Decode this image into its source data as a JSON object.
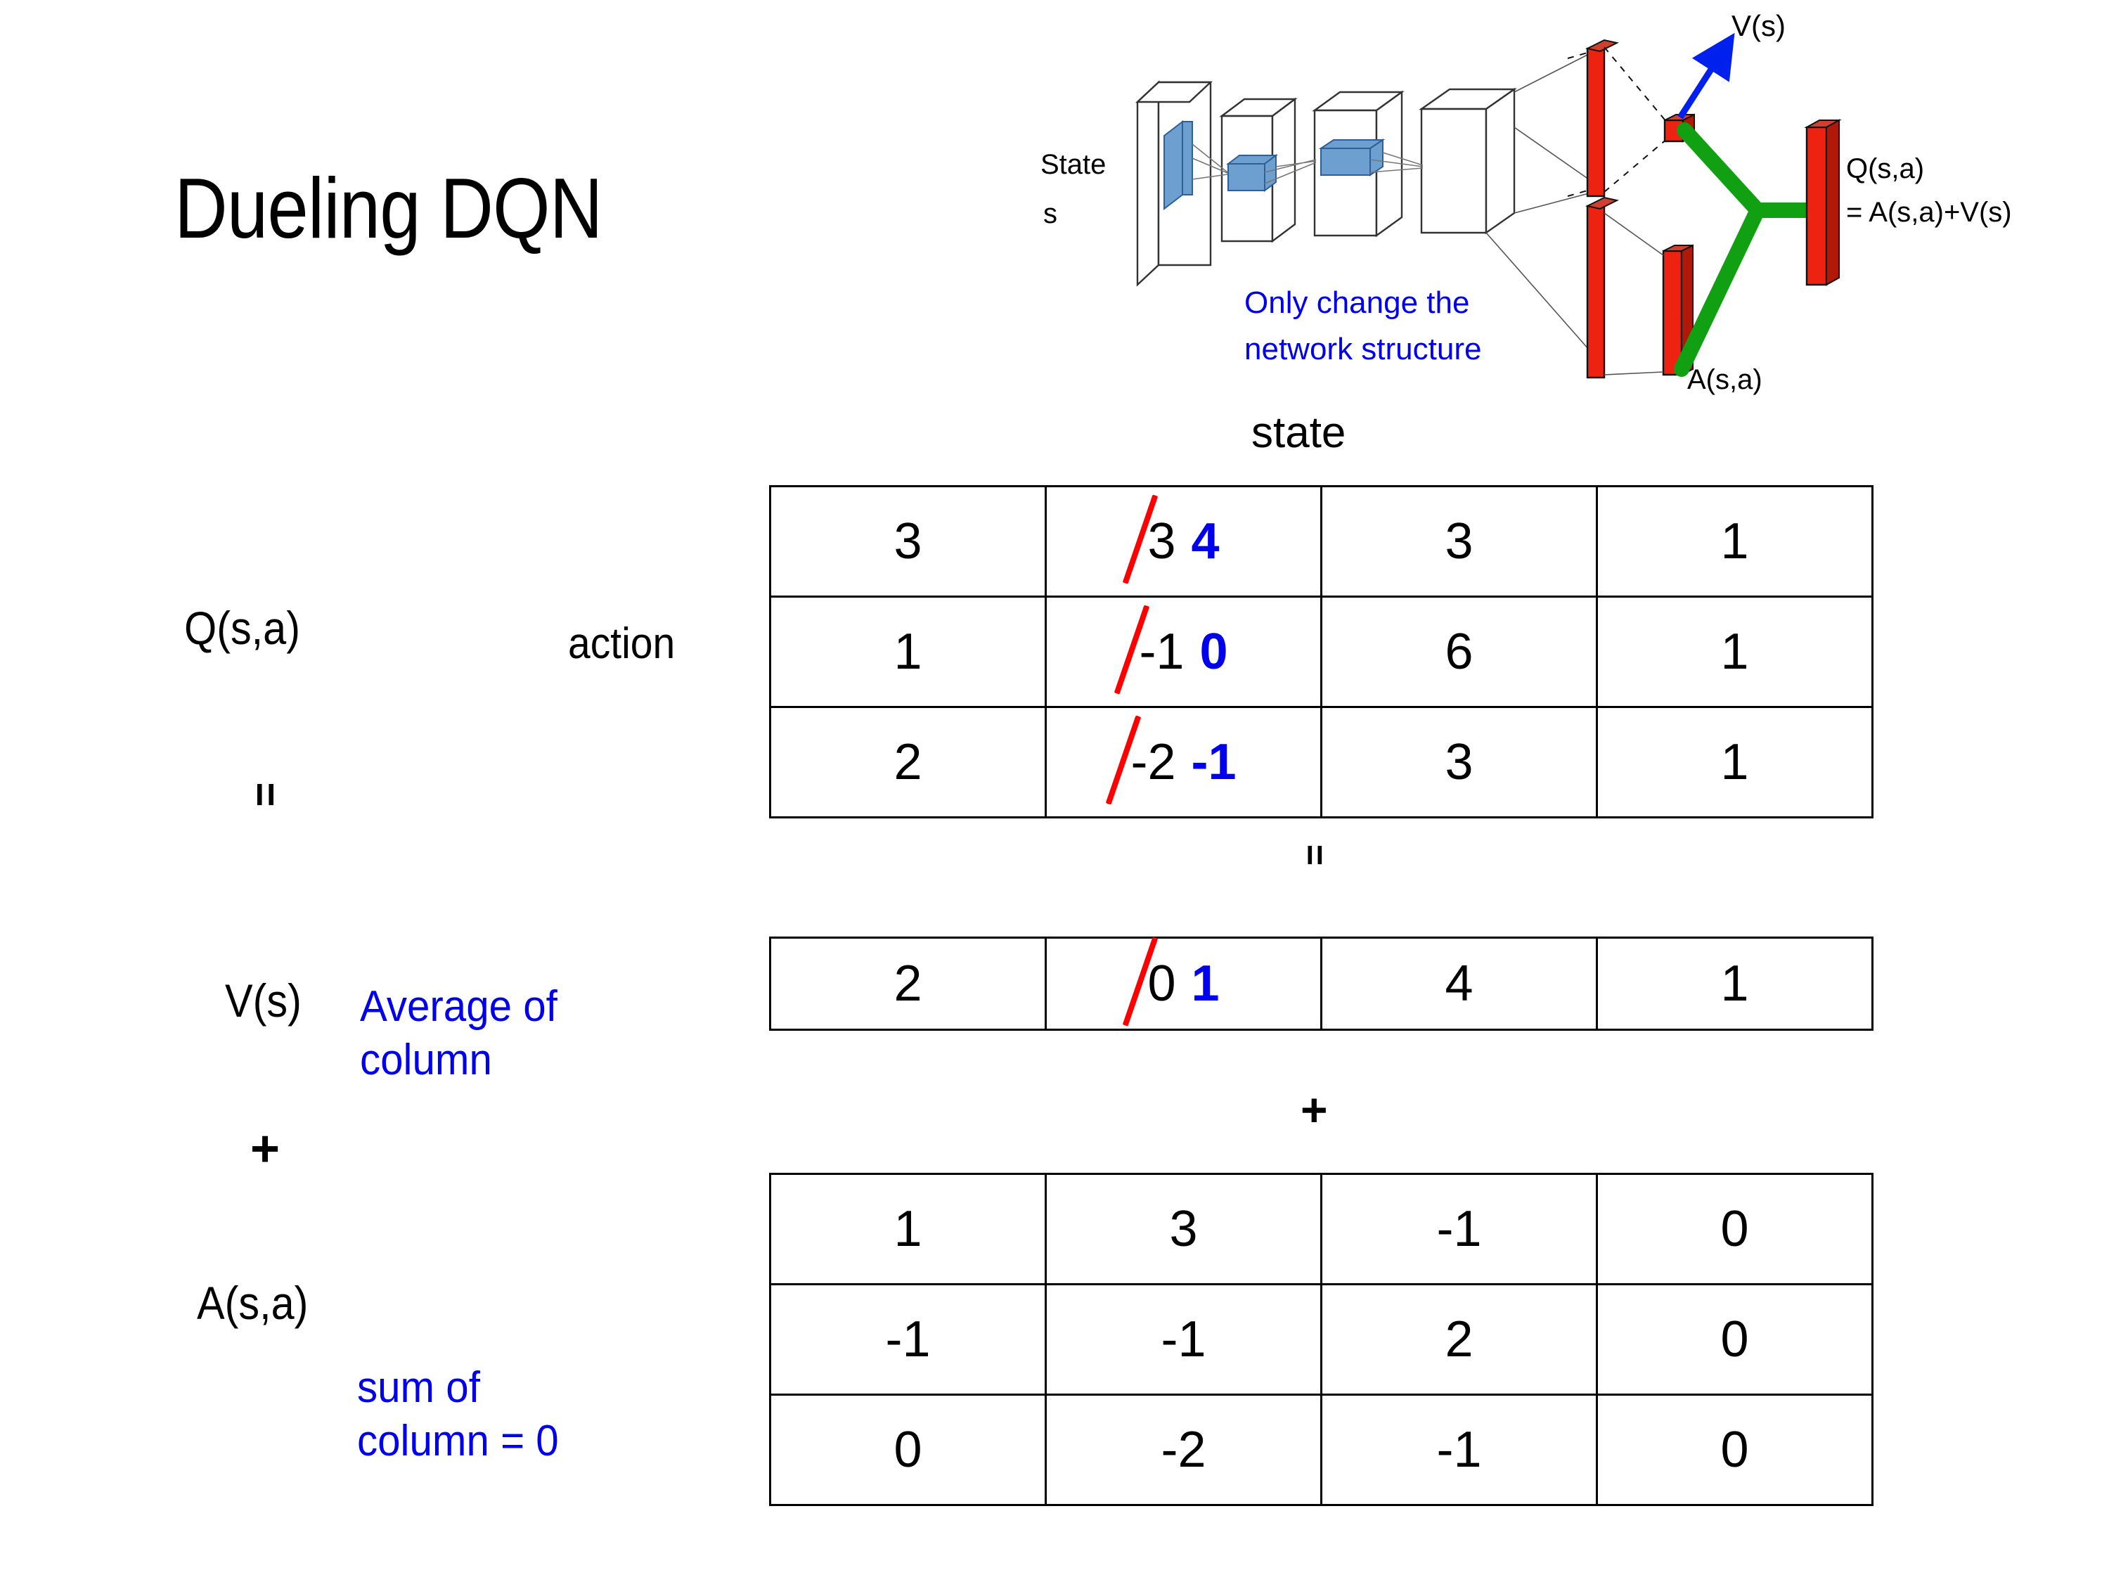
{
  "slide": {
    "title": "Dueling DQN"
  },
  "diagram": {
    "state_label_line1": "State",
    "state_label_line2": "s",
    "note": "Only change the\nnetwork structure",
    "v_output": "V(s)",
    "a_output": "A(s,a)",
    "q_output_line1": "Q(s,a)",
    "q_output_line2": "= A(s,a)+V(s)",
    "colors": {
      "note_blue": "#0000ee",
      "arrow_blue": "#0020ee",
      "bar_red": "#ee2211",
      "link_green": "#11a011",
      "layer_blue": "#6d9fd0"
    }
  },
  "axes": {
    "state_label": "state",
    "action_label": "action"
  },
  "row_labels": {
    "q": "Q(s,a)",
    "v": "V(s)",
    "a": "A(s,a)"
  },
  "operators": {
    "equals": "=",
    "plus": "+"
  },
  "annotations": {
    "average_of_column": "Average of\ncolumn",
    "sum_of_column": "sum of\ncolumn = 0",
    "color": "#0000ee"
  },
  "edit_marks": {
    "strike_color": "#ff0000",
    "new_value_color": "#0000ee"
  },
  "chart_data": {
    "type": "table",
    "title": "Dueling DQN Q/V/A decomposition",
    "xlabel": "state",
    "ylabel": "action",
    "tables": [
      {
        "name": "Q(s,a)",
        "rows": 3,
        "cols": 4,
        "cells": [
          [
            {
              "value": "3"
            },
            {
              "value": "3",
              "struck": true,
              "new_value": "4"
            },
            {
              "value": "3"
            },
            {
              "value": "1"
            }
          ],
          [
            {
              "value": "1"
            },
            {
              "value": "-1",
              "struck": true,
              "new_value": "0"
            },
            {
              "value": "6"
            },
            {
              "value": "1"
            }
          ],
          [
            {
              "value": "2"
            },
            {
              "value": "-2",
              "struck": true,
              "new_value": "-1"
            },
            {
              "value": "3"
            },
            {
              "value": "1"
            }
          ]
        ]
      },
      {
        "name": "V(s)",
        "rows": 1,
        "cols": 4,
        "cells": [
          [
            {
              "value": "2"
            },
            {
              "value": "0",
              "struck": true,
              "new_value": "1"
            },
            {
              "value": "4"
            },
            {
              "value": "1"
            }
          ]
        ]
      },
      {
        "name": "A(s,a)",
        "rows": 3,
        "cols": 4,
        "cells": [
          [
            {
              "value": "1"
            },
            {
              "value": "3"
            },
            {
              "value": "-1"
            },
            {
              "value": "0"
            }
          ],
          [
            {
              "value": "-1"
            },
            {
              "value": "-1"
            },
            {
              "value": "2"
            },
            {
              "value": "0"
            }
          ],
          [
            {
              "value": "0"
            },
            {
              "value": "-2"
            },
            {
              "value": "-1"
            },
            {
              "value": "0"
            }
          ]
        ]
      }
    ]
  }
}
